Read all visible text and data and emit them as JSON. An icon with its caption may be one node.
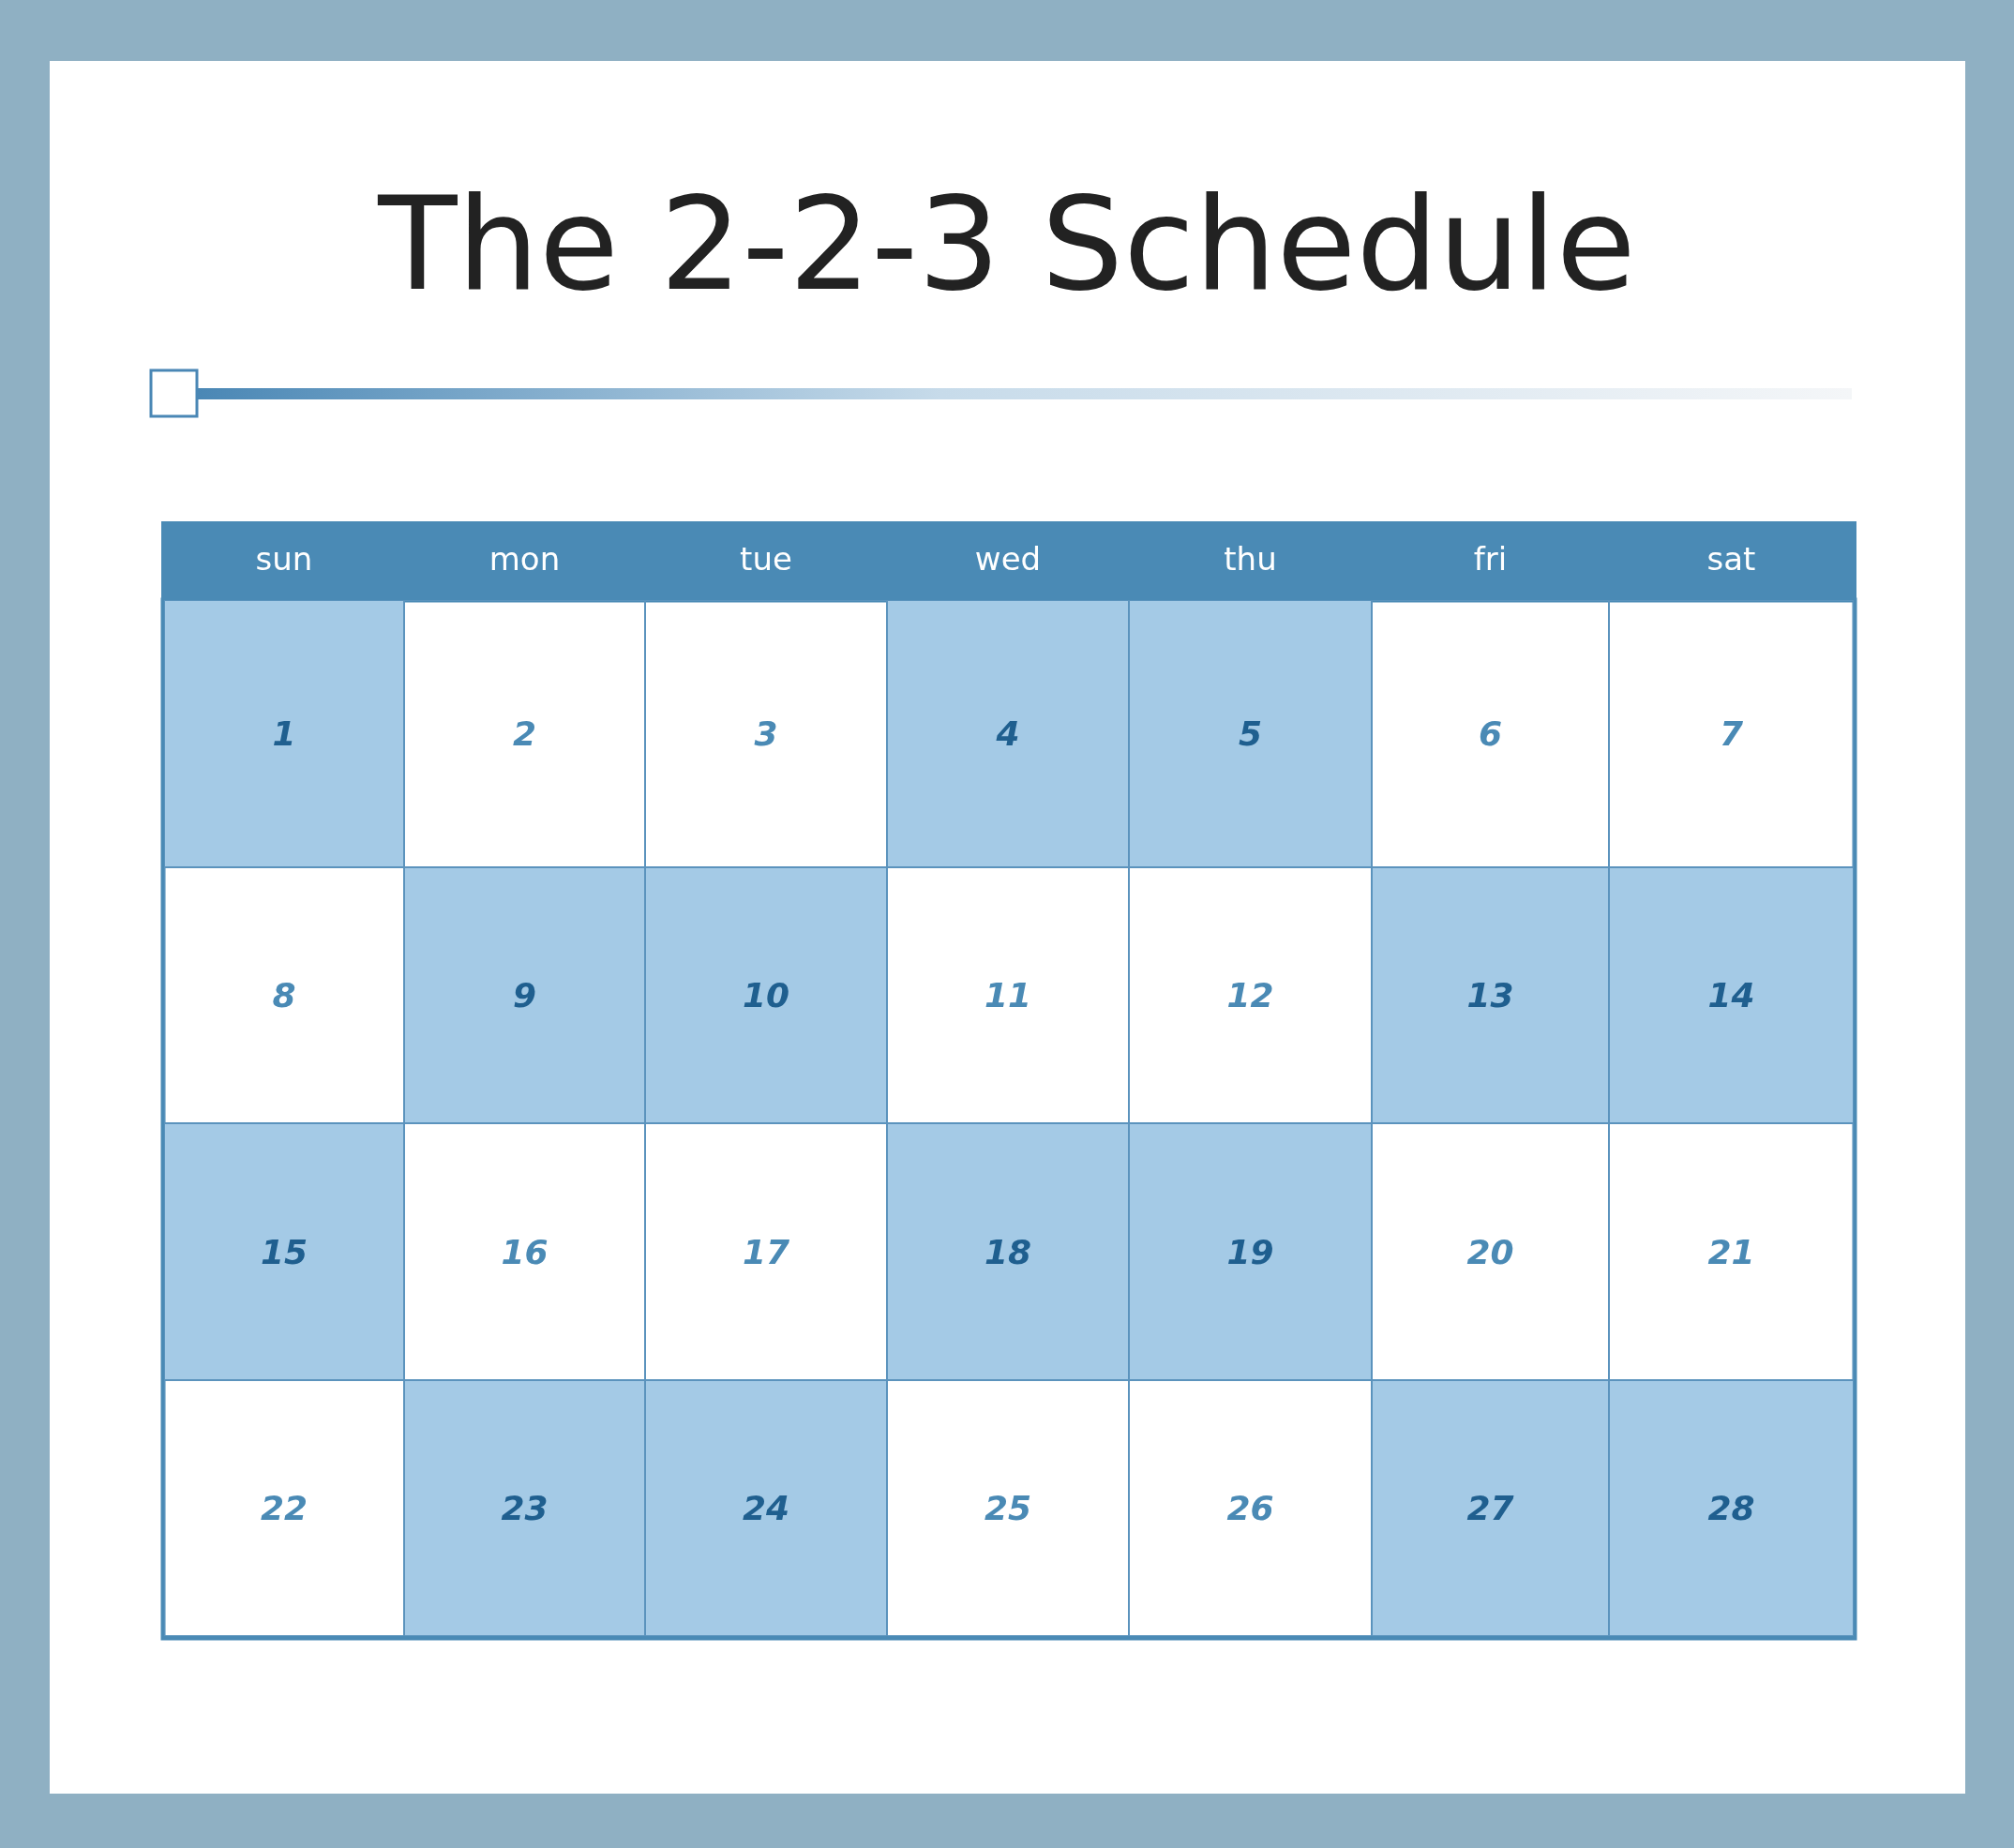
{
  "diagram": {
    "title": "The 2-2-3 Schedule",
    "nodes": [
      {
        "text": [
          "1"
        ]
      },
      {
        "text": [
          "2"
        ]
      },
      {
        "text": [
          "3"
        ]
      },
      {
        "text": [
          "4"
        ]
      },
      {
        "text": [
          "5"
        ]
      },
      {
        "text": [
          "6"
        ]
      },
      {
        "text": [
          "7"
        ]
      },
      {
        "text": [
          "8"
        ]
      },
      {
        "text": [
          "9"
        ]
      },
      {
        "text": [
          "10"
        ]
      },
      {
        "text": [
          "11"
        ]
      },
      {
        "text": [
          "12"
        ]
      },
      {
        "text": [
          "13"
        ]
      },
      {
        "text": [
          "14"
        ]
      },
      {
        "text": [
          "15"
        ]
      },
      {
        "text": [
          "16"
        ]
      },
      {
        "text": [
          "17"
        ]
      },
      {
        "text": [
          "18"
        ]
      },
      {
        "text": [
          "19"
        ]
      },
      {
        "text": [
          "20"
        ]
      },
      {
        "text": [
          "21"
        ]
      },
      {
        "text": [
          "22"
        ]
      },
      {
        "text": [
          "23"
        ]
      },
      {
        "text": [
          "24"
        ]
      },
      {
        "text": [
          "25"
        ]
      },
      {
        "text": [
          "26"
        ]
      },
      {
        "text": [
          "27"
        ]
      },
      {
        "text": [
          "28"
        ]
      }
    ],
    "labels": [
      "sun",
      "mon",
      "tue",
      "wed",
      "thu",
      "fri",
      "sat"
    ]
  }
}
